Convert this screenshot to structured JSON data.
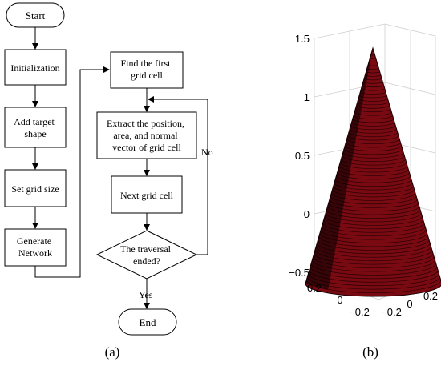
{
  "flowchart": {
    "start": "Start",
    "init": "Initialization",
    "target": [
      "Add target",
      "shape"
    ],
    "grid_size": "Set grid size",
    "generate": [
      "Generate",
      "Network"
    ],
    "find_first": [
      "Find the first",
      "grid cell"
    ],
    "extract": [
      "Extract the position,",
      "area, and normal",
      "vector of grid cell"
    ],
    "next_cell": "Next grid cell",
    "decision": [
      "The traversal",
      "ended?"
    ],
    "no": "No",
    "yes": "Yes",
    "end": "End"
  },
  "plot3d": {
    "z_ticks": [
      "1.5",
      "1",
      "0.5",
      "0",
      "−0.5"
    ],
    "x_ticks": [
      "0.2",
      "0",
      "−0.2"
    ],
    "y_ticks": [
      "−0.2",
      "0",
      "0.2"
    ],
    "cone_color": "#7a0a12",
    "edge_color": "#1a0004"
  },
  "captions": {
    "a": "(a)",
    "b": "(b)"
  }
}
